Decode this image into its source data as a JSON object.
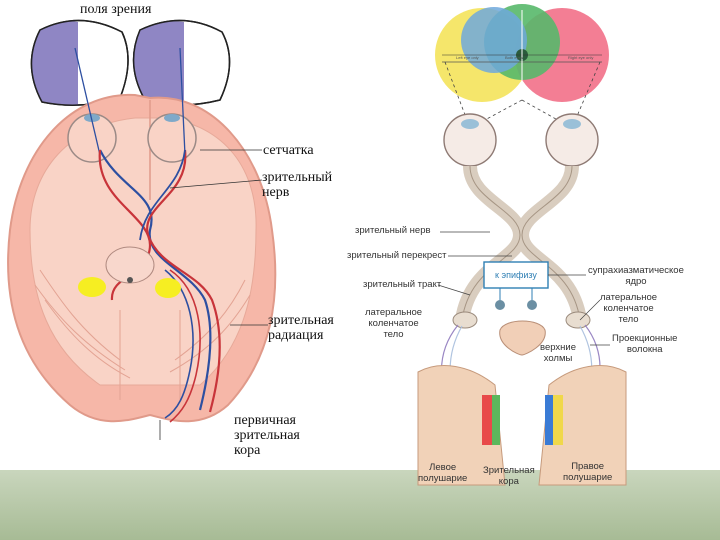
{
  "left_panel": {
    "title": "поля зрения",
    "labels": {
      "retina": "сетчатка",
      "optic_nerve": "зрительный\nнерв",
      "radiation": "зрительная\nрадиация",
      "cortex": "первичная\nзрительная\nкора"
    }
  },
  "right_panel": {
    "field_labels": {
      "left_only": "Left eye only",
      "both": "Both eyes",
      "right_only": "Right eye only"
    },
    "labels": {
      "optic_nerve": "зрительный нерв",
      "chiasm": "зрительный перекрест",
      "tract": "зрительный тракт",
      "to_pineal": "к эпифизу",
      "lgn": "латеральное\nколенчатое\nтело",
      "superior_colliculi": "верхние\nхолмы",
      "suprachiasmatic": "супрахиазматическое\nядро",
      "lgn_right": "латеральное\nколенчатое\nтело",
      "projection_fibers": "Проекционные\nволокна",
      "left_hemisphere": "Левое\nполушарие",
      "visual_cortex": "Зрительная\nкора",
      "right_hemisphere": "Правое\nполушарие"
    }
  },
  "colors": {
    "field_shade": "#8f86c4",
    "brain_outer": "#f6b7a8",
    "brain_inner": "#f9d3c6",
    "nerve_blue": "#2d4fa1",
    "nerve_red": "#c8343a",
    "lgn_yellow": "#f6ee22",
    "band": "#b5c7a3"
  }
}
